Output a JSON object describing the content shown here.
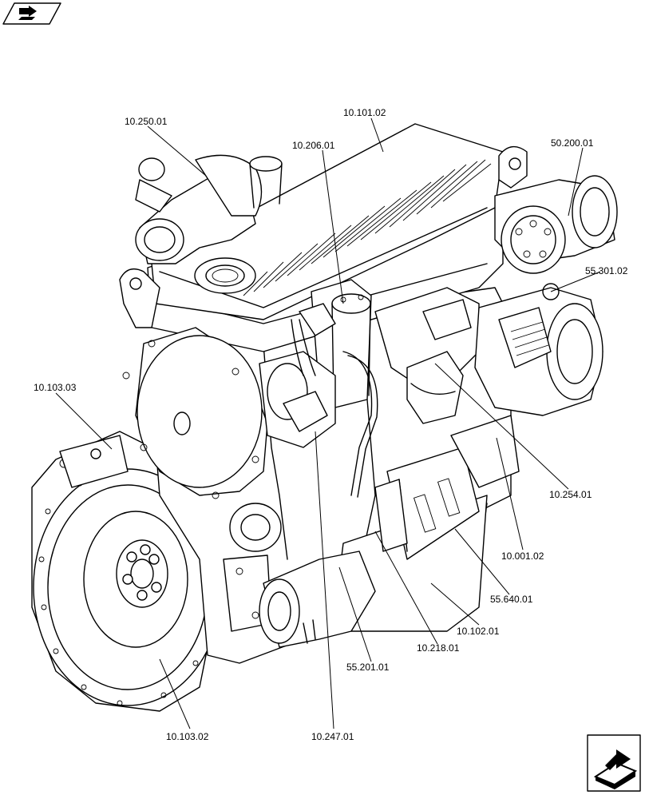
{
  "diagram": {
    "callouts": {
      "c_10_250_01": "10.250.01",
      "c_10_101_02": "10.101.02",
      "c_10_206_01": "10.206.01",
      "c_50_200_01": "50.200.01",
      "c_55_301_02": "55.301.02",
      "c_10_103_03": "10.103.03",
      "c_10_254_01": "10.254.01",
      "c_10_001_02": "10.001.02",
      "c_55_640_01": "55.640.01",
      "c_10_102_01": "10.102.01",
      "c_10_218_01": "10.218.01",
      "c_55_201_01": "55.201.01",
      "c_10_103_02": "10.103.02",
      "c_10_247_01": "10.247.01"
    }
  },
  "icons": {
    "top_left": "back-arrow-icon",
    "bottom_right": "next-arrow-icon"
  }
}
